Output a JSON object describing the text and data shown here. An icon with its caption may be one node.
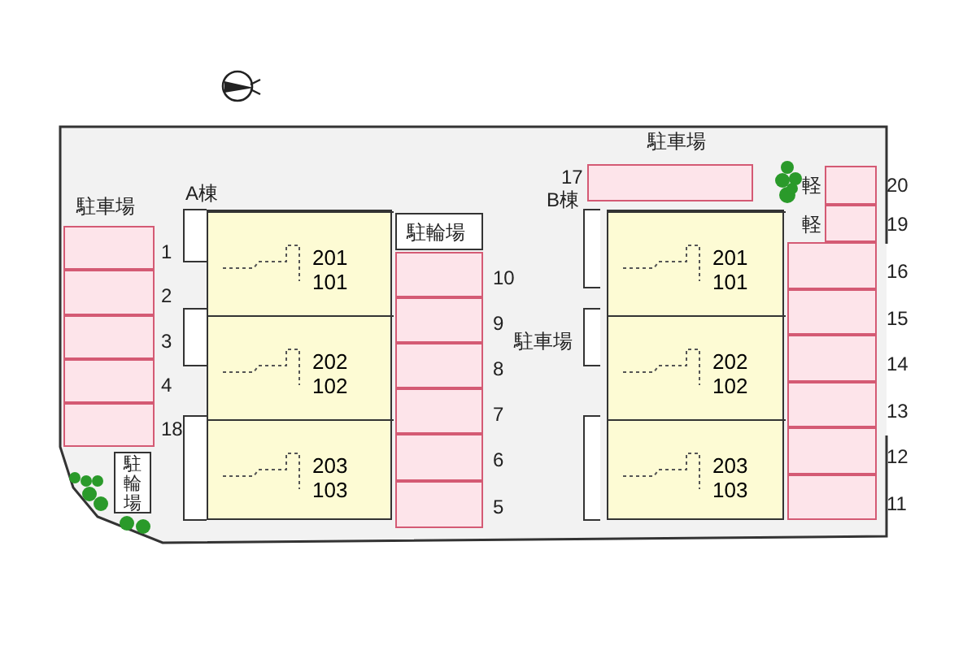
{
  "diagram": {
    "nodes": [
      {
        "text": [
          "A棟"
        ]
      },
      {
        "text": [
          "201",
          "101"
        ],
        "in": 0
      },
      {
        "text": [
          "202",
          "102"
        ],
        "in": 0
      },
      {
        "text": [
          "203",
          "103"
        ],
        "in": 0
      },
      {
        "text": [
          "B棟"
        ]
      },
      {
        "text": [
          "201",
          "101"
        ],
        "in": 4
      },
      {
        "text": [
          "202",
          "102"
        ],
        "in": 4
      },
      {
        "text": [
          "203",
          "103"
        ],
        "in": 4
      },
      {
        "text": [
          "駐輪場"
        ]
      },
      {
        "text": [
          "駐輪場"
        ]
      },
      {
        "text": [],
        "shape": "box",
        "beside": [
          "1"
        ]
      },
      {
        "text": [],
        "shape": "box",
        "beside": [
          "2"
        ]
      },
      {
        "text": [],
        "shape": "box",
        "beside": [
          "3"
        ]
      },
      {
        "text": [],
        "shape": "box",
        "beside": [
          "4"
        ]
      },
      {
        "text": [],
        "shape": "box",
        "beside": [
          "18"
        ]
      },
      {
        "text": [],
        "shape": "box",
        "beside": [
          "10"
        ]
      },
      {
        "text": [],
        "shape": "box",
        "beside": [
          "9"
        ]
      },
      {
        "text": [],
        "shape": "box",
        "beside": [
          "8"
        ]
      },
      {
        "text": [],
        "shape": "box",
        "beside": [
          "7"
        ]
      },
      {
        "text": [],
        "shape": "box",
        "beside": [
          "6"
        ]
      },
      {
        "text": [],
        "shape": "box",
        "beside": [
          "5"
        ]
      },
      {
        "text": [],
        "shape": "box",
        "beside": [
          "17"
        ]
      },
      {
        "text": [],
        "shape": "box",
        "beside": [
          "軽",
          "20"
        ]
      },
      {
        "text": [],
        "shape": "box",
        "beside": [
          "軽",
          "19"
        ]
      },
      {
        "text": [],
        "shape": "box",
        "beside": [
          "16"
        ]
      },
      {
        "text": [],
        "shape": "box",
        "beside": [
          "15"
        ]
      },
      {
        "text": [],
        "shape": "box",
        "beside": [
          "14"
        ]
      },
      {
        "text": [],
        "shape": "box",
        "beside": [
          "13"
        ]
      },
      {
        "text": [],
        "shape": "box",
        "beside": [
          "12"
        ]
      },
      {
        "text": [],
        "shape": "box",
        "beside": [
          "11"
        ]
      }
    ],
    "labels": [
      "駐車場",
      "駐車場",
      "駐車場"
    ]
  }
}
